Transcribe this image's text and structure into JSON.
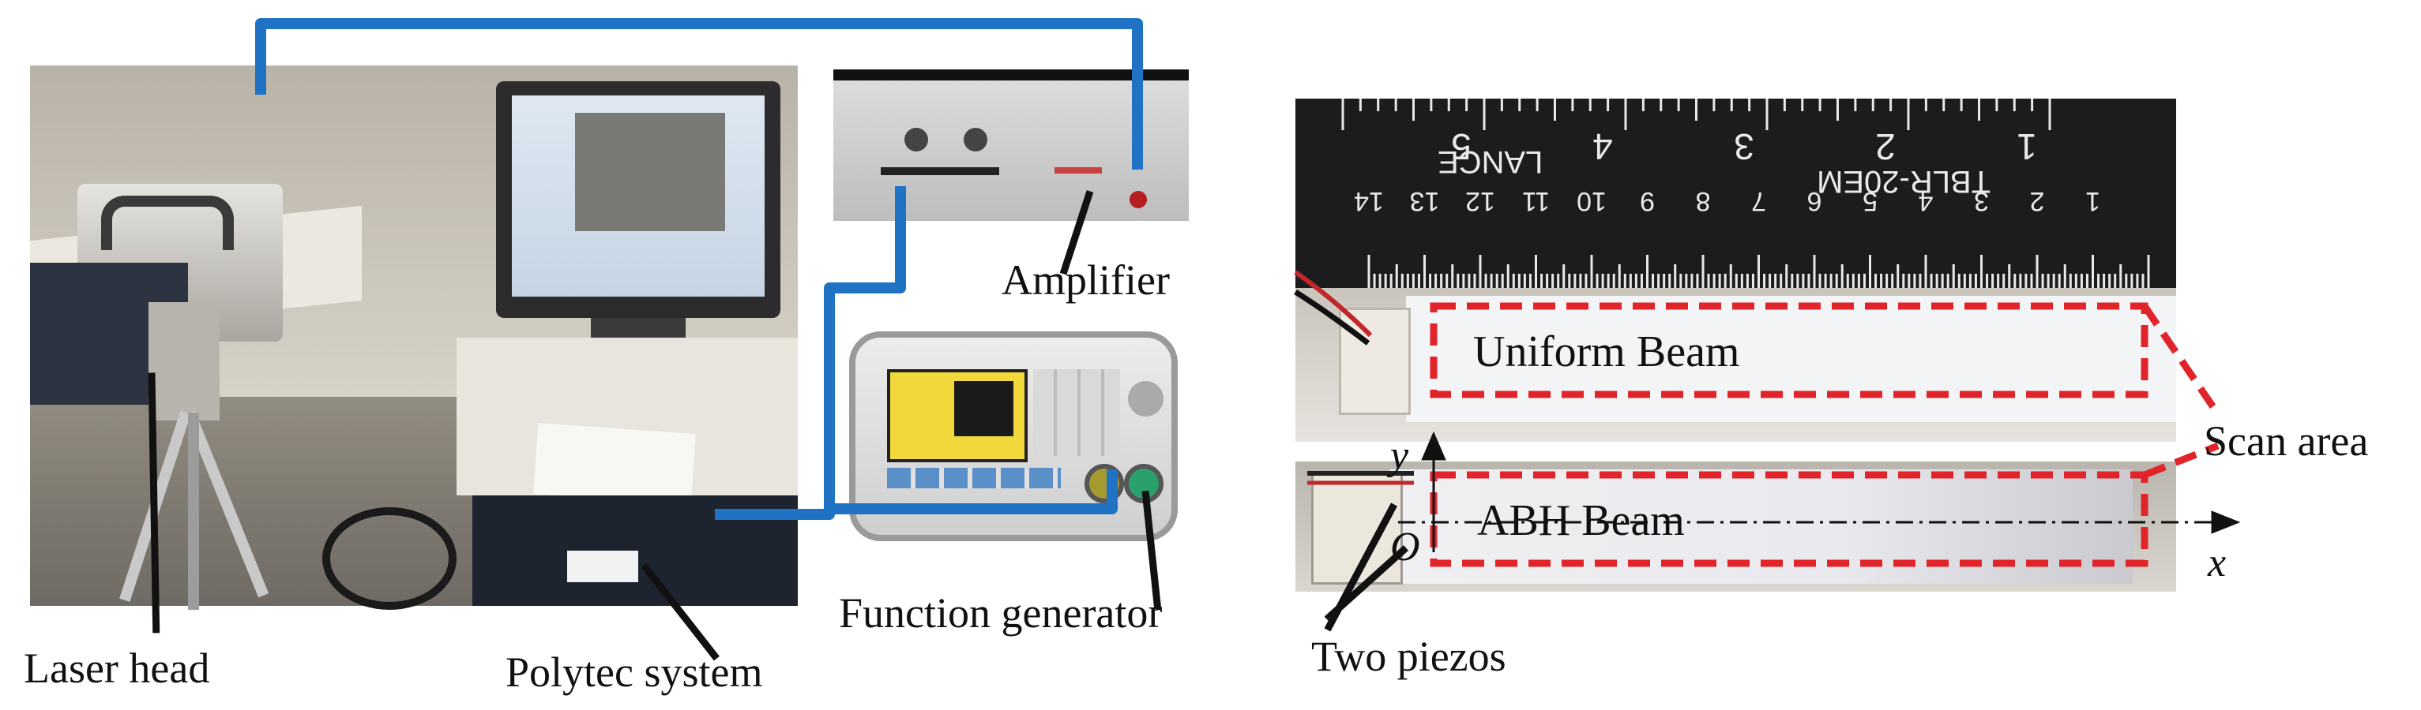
{
  "labels": {
    "laser_head": "Laser head",
    "polytec_system": "Polytec system",
    "amplifier": "Amplifier",
    "function_generator": "Function generator",
    "uniform_beam": "Uniform Beam",
    "abh_beam": "ABH Beam",
    "scan_area": "Scan area",
    "two_piezos": "Two piezos",
    "axis_x": "x",
    "axis_y": "y",
    "origin": "O"
  },
  "ruler": {
    "inch_marks": [
      "1",
      "2",
      "3",
      "4",
      "5"
    ],
    "cm_marks": [
      "1",
      "2",
      "3",
      "4",
      "5",
      "6",
      "7",
      "8",
      "9",
      "10",
      "11",
      "12",
      "13",
      "14"
    ],
    "brand_text": "TBLR-20EM",
    "maker_text": "LANCE"
  },
  "colors": {
    "cable": "#1f72c4",
    "scan_box": "#e0242a",
    "ruler_bg": "#1b1c1e",
    "ruler_text": "#e9e9e9"
  }
}
